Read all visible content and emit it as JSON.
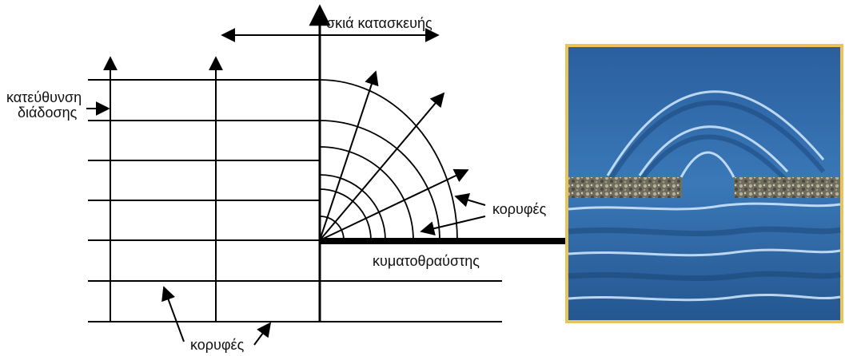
{
  "labels": {
    "shadow": "σκιά κατασκευής",
    "propagation_line1": "κατεύθυνση",
    "propagation_line2": "διάδοσης",
    "crests_right": "κορυφές",
    "breakwater": "κυματοθραύστης",
    "crests_bottom": "κορυφές"
  },
  "colors": {
    "ink": "#000000",
    "water_dark": "#1e4f8c",
    "water_light": "#3f7fc0",
    "crest": "#cfe6ff",
    "frame": "#e8c45a",
    "rock": "#8a8a7a"
  }
}
